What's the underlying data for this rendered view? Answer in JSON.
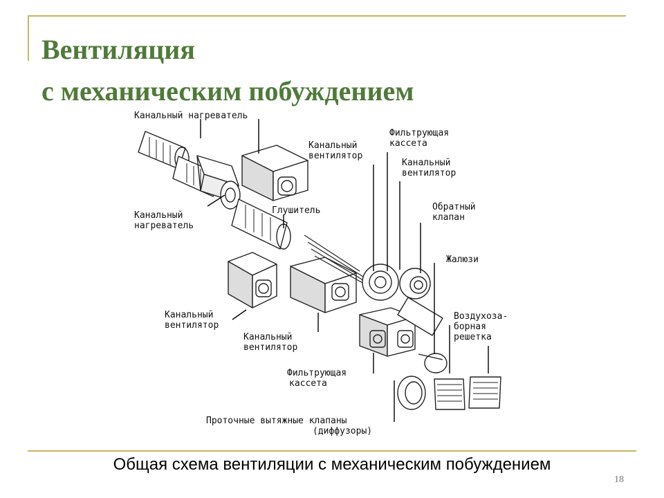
{
  "slide": {
    "title_line1": "Вентиляция",
    "title_line2": "с механическим побуждением",
    "caption": "Общая схема вентиляции с механическим побуждением",
    "page_number": "18"
  },
  "labels": {
    "heater_top": "Канальный нагреватель",
    "fan_top_1": "Канальный",
    "fan_top_2": "вентилятор",
    "filter_top_1": "Фильтрующая",
    "filter_top_2": "кассета",
    "fan_right_1": "Канальный",
    "fan_right_2": "вентилятор",
    "heater_left_1": "Канальный",
    "heater_left_2": "нагреватель",
    "silencer": "Глушитель",
    "check_valve_1": "Обратный",
    "check_valve_2": "клапан",
    "louvers": "Жалюзи",
    "fan_left_1": "Канальный",
    "fan_left_2": "вентилятор",
    "intake_1": "Воздухоза-",
    "intake_2": "борная",
    "intake_3": "решетка",
    "fan_mid_1": "Канальный",
    "fan_mid_2": "вентилятор",
    "filter_bottom_1": "Фильтрующая",
    "filter_bottom_2": "кассета",
    "diffusers_1": "Проточные вытяжные клапаны",
    "diffusers_2": "(диффузоры)"
  }
}
